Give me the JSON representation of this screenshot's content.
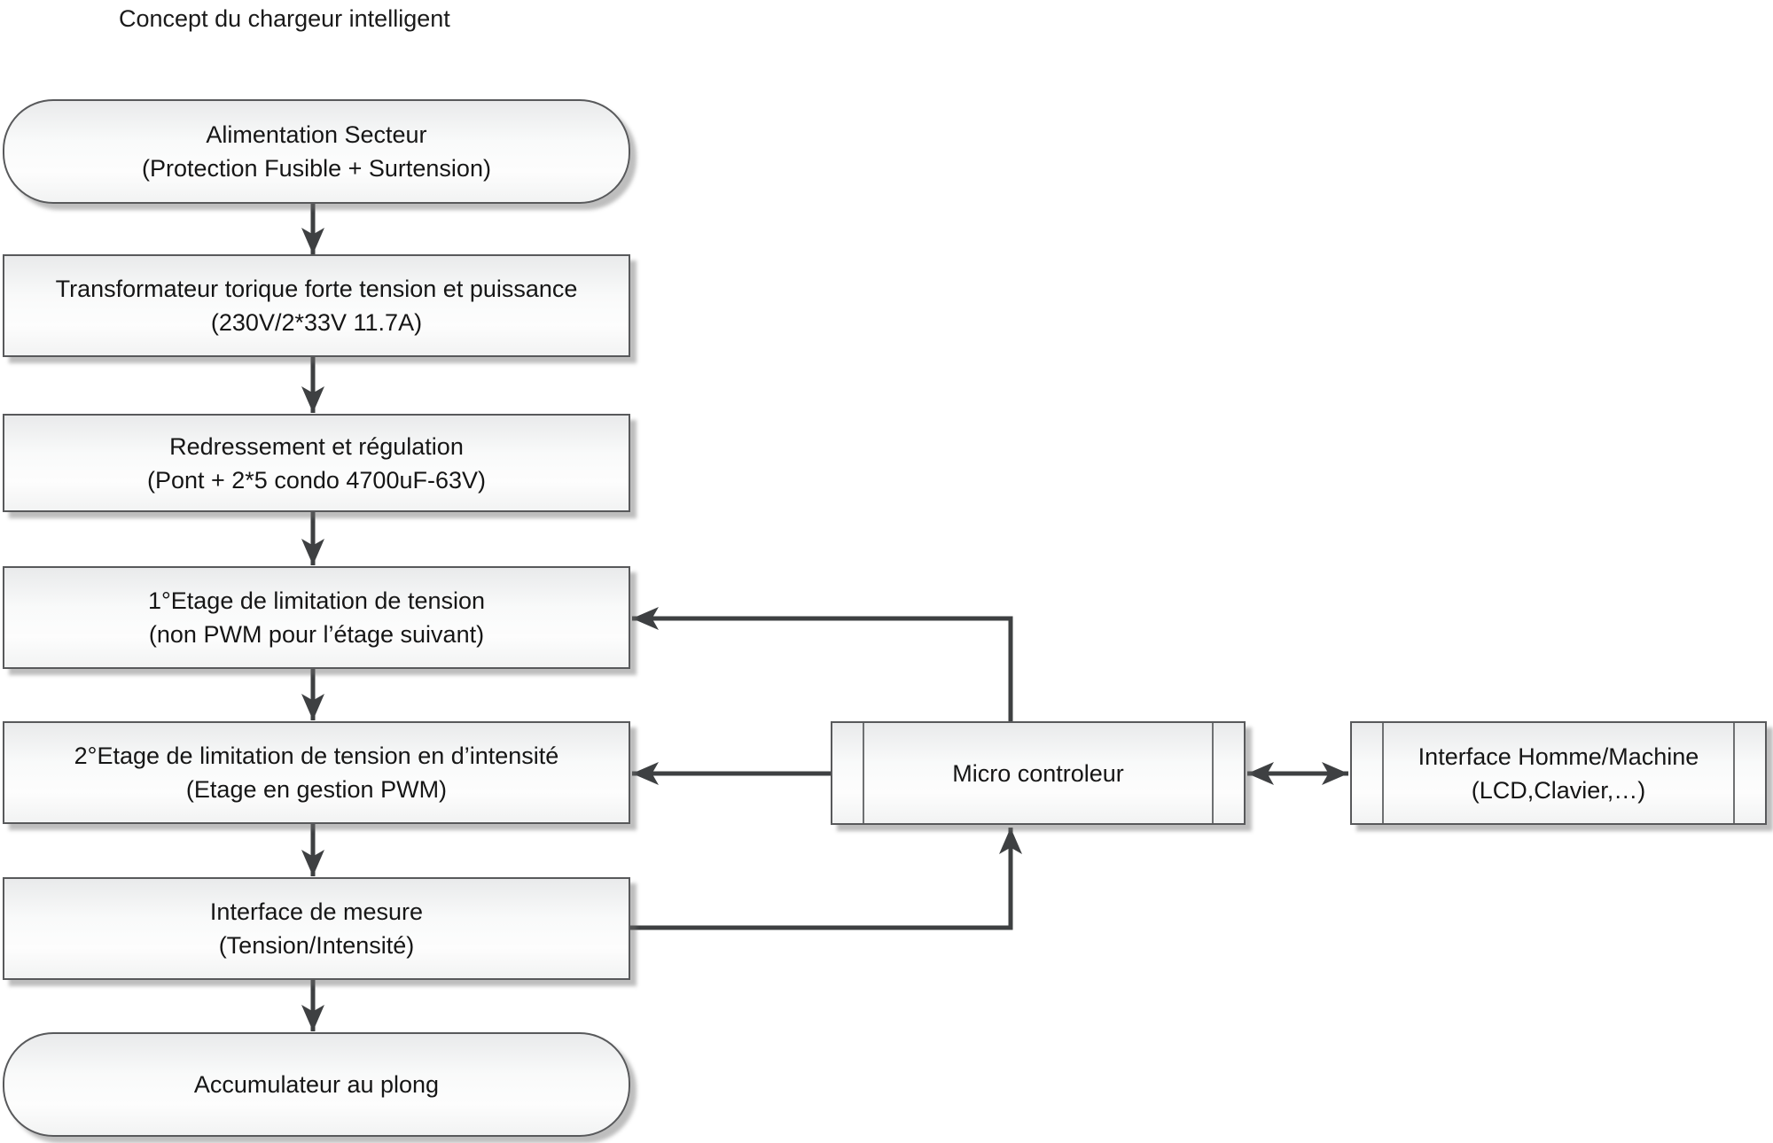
{
  "title": "Concept du chargeur intelligent",
  "nodes": {
    "alimentation": {
      "shape": "stadium",
      "line1": "Alimentation Secteur",
      "line2": "(Protection Fusible + Surtension)"
    },
    "transformateur": {
      "shape": "rect",
      "line1": "Transformateur torique forte tension et puissance",
      "line2": "(230V/2*33V 11.7A)"
    },
    "redressement": {
      "shape": "rect",
      "line1": "Redressement et régulation",
      "line2": "(Pont + 2*5 condo 4700uF-63V)"
    },
    "etage1": {
      "shape": "rect",
      "line1": "1°Etage de limitation de tension",
      "line2": "(non PWM pour l’étage suivant)"
    },
    "etage2": {
      "shape": "rect",
      "line1": "2°Etage de limitation de tension en d’intensité",
      "line2": "(Etage en gestion PWM)"
    },
    "mesure": {
      "shape": "rect",
      "line1": "Interface de mesure",
      "line2": "(Tension/Intensité)"
    },
    "accumulateur": {
      "shape": "stadium",
      "line1": "Accumulateur au plong"
    },
    "micro": {
      "shape": "predefined-process",
      "line1": "Micro controleur"
    },
    "ihm": {
      "shape": "predefined-process",
      "line1": "Interface Homme/Machine",
      "line2": "(LCD,Clavier,…)"
    }
  },
  "edges": [
    {
      "from": "alimentation",
      "to": "transformateur",
      "type": "arrow"
    },
    {
      "from": "transformateur",
      "to": "redressement",
      "type": "arrow"
    },
    {
      "from": "redressement",
      "to": "etage1",
      "type": "arrow"
    },
    {
      "from": "etage1",
      "to": "etage2",
      "type": "arrow"
    },
    {
      "from": "etage2",
      "to": "mesure",
      "type": "arrow"
    },
    {
      "from": "mesure",
      "to": "accumulateur",
      "type": "arrow"
    },
    {
      "from": "micro",
      "to": "etage1",
      "type": "arrow"
    },
    {
      "from": "micro",
      "to": "etage2",
      "type": "arrow"
    },
    {
      "from": "mesure",
      "to": "micro",
      "type": "arrow"
    },
    {
      "from": "micro",
      "to": "ihm",
      "type": "double-arrow"
    }
  ],
  "colors": {
    "connector": "#3e4042",
    "node_border": "#58595b",
    "node_fill_top": "#e9eaeb",
    "node_fill_bottom": "#f2f3f3",
    "text": "#161616"
  }
}
